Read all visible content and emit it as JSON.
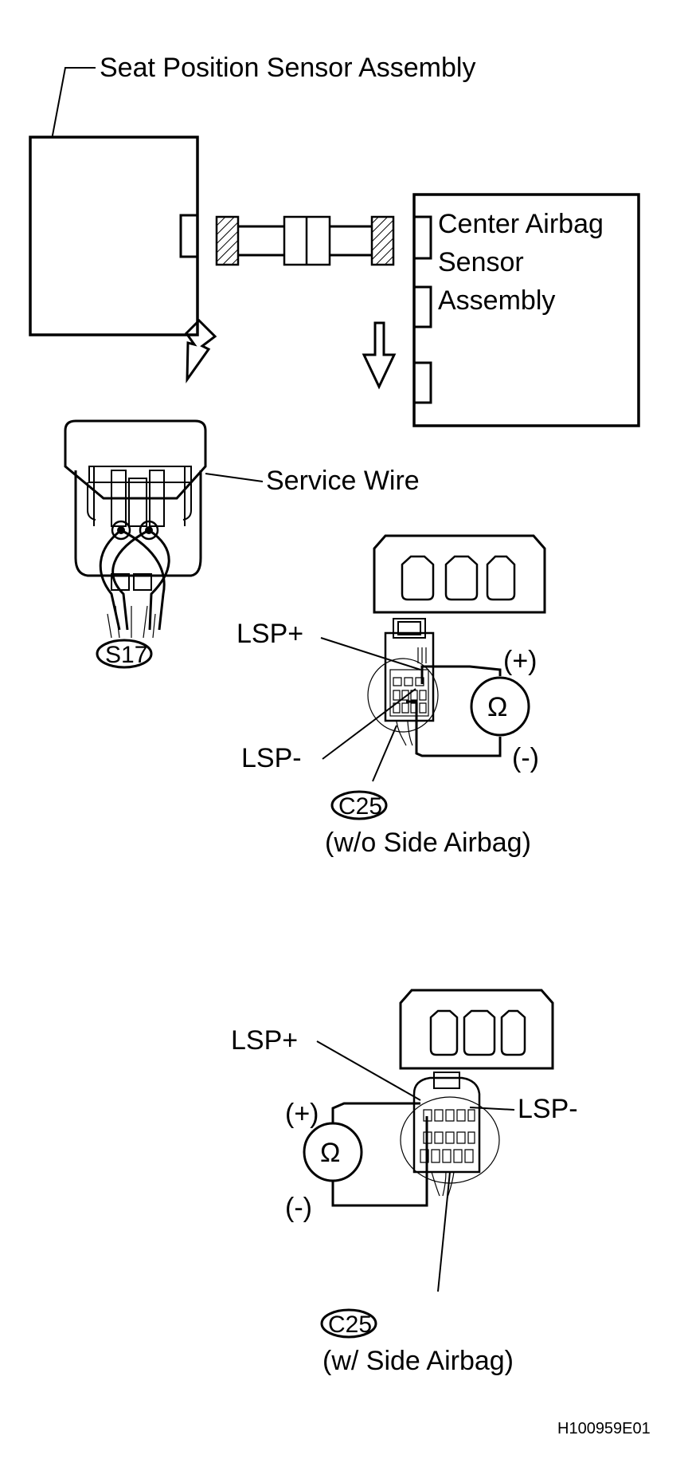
{
  "labels": {
    "seat_position_sensor_assembly": "Seat Position Sensor Assembly",
    "center_airbag_line1": "Center Airbag",
    "center_airbag_line2": "Sensor",
    "center_airbag_line3": "Assembly",
    "service_wire": "Service Wire",
    "s17": "S17",
    "top_lsp_plus": "LSP+",
    "top_lsp_minus": "LSP-",
    "top_plus": "(+)",
    "top_minus": "(-)",
    "top_ohm": "Ω",
    "top_c25": "C25",
    "top_variant": "(w/o Side Airbag)",
    "bottom_lsp_plus": "LSP+",
    "bottom_lsp_minus": "LSP-",
    "bottom_plus": "(+)",
    "bottom_minus": "(-)",
    "bottom_ohm": "Ω",
    "bottom_c25": "C25",
    "bottom_variant": "(w/ Side Airbag)",
    "doc_id": "H100959E01"
  },
  "colors": {
    "line": "#000000",
    "background": "#ffffff"
  }
}
